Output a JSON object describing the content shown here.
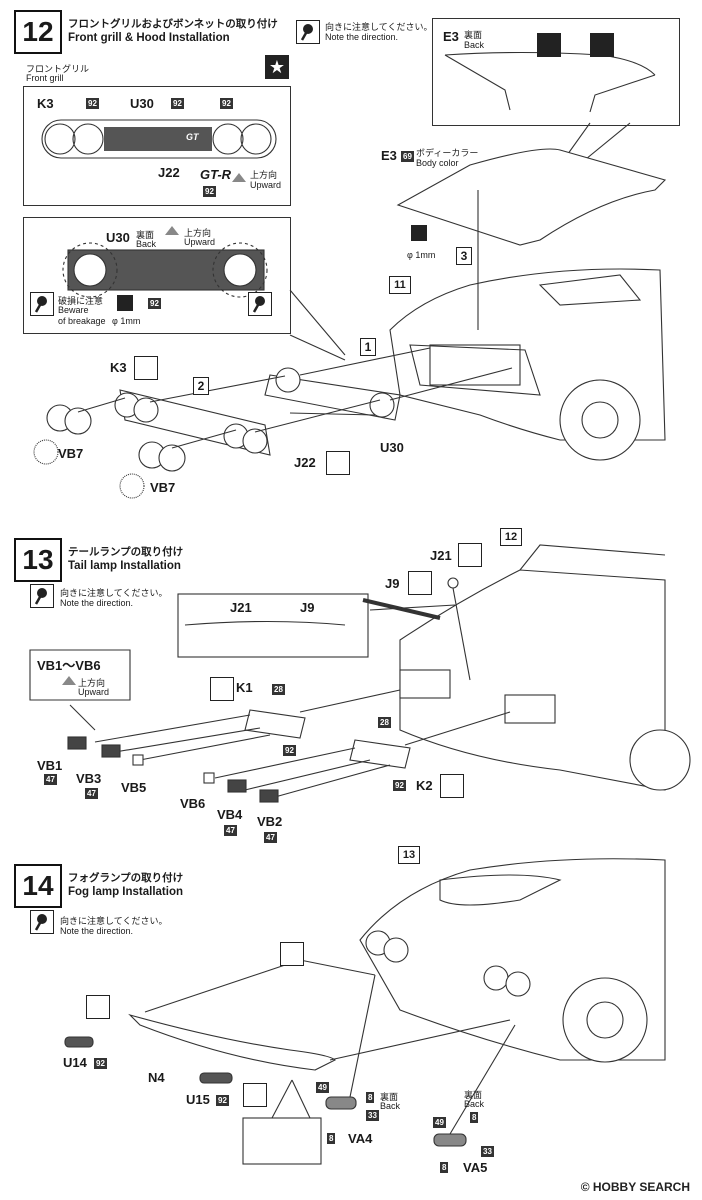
{
  "step12": {
    "number": "12",
    "title_jp": "フロントグリルおよびボンネットの取り付け",
    "title_en": "Front grill & Hood Installation",
    "note_jp": "向きに注意してください。",
    "note_en": "Note the direction.",
    "grill_label_jp": "フロントグリル",
    "grill_label_en": "Front grill",
    "k3": "K3",
    "u30": "U30",
    "j22": "J22",
    "n92": "92",
    "gt": "GT",
    "upward_jp": "上方向",
    "upward_en": "Upward",
    "back_jp": "裏面",
    "back_en": "Back",
    "break_jp": "破損に注意",
    "break_en1": "Beware",
    "break_en2": "of breakage",
    "phi": "φ 1mm",
    "e3": "E3",
    "n69": "69",
    "body_color_jp": "ボディーカラー",
    "body_color_en": "Body color",
    "callout_1": "1",
    "callout_2": "2",
    "callout_3": "3",
    "ref_11": "11",
    "vb7": "VB7"
  },
  "step13": {
    "number": "13",
    "title_jp": "テールランプの取り付け",
    "title_en": "Tail lamp Installation",
    "note_jp": "向きに注意してください。",
    "note_en": "Note the direction.",
    "ref_12": "12",
    "j21": "J21",
    "j9": "J9",
    "vb_range": "VB1～VB6",
    "upward_jp": "上方向",
    "upward_en": "Upward",
    "k1": "K1",
    "k2": "K2",
    "n28": "28",
    "n92": "92",
    "n47": "47",
    "vb1": "VB1",
    "vb3": "VB3",
    "vb5": "VB5",
    "vb6": "VB6",
    "vb4": "VB4",
    "vb2": "VB2"
  },
  "step14": {
    "number": "14",
    "title_jp": "フォグランプの取り付け",
    "title_en": "Fog lamp Installation",
    "note_jp": "向きに注意してください。",
    "note_en": "Note the direction.",
    "ref_13": "13",
    "u14": "U14",
    "u15": "U15",
    "n4": "N4",
    "n92": "92",
    "n49": "49",
    "n8": "8",
    "n33": "33",
    "back_jp": "裏面",
    "back_en": "Back",
    "va4": "VA4",
    "va5": "VA5"
  },
  "footer": {
    "copyright": "©",
    "brand": "HOBBY SEARCH"
  }
}
